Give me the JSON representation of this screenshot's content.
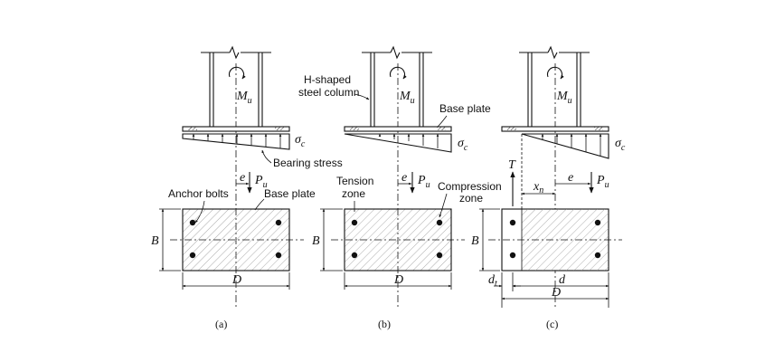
{
  "panels": [
    {
      "caption": "(a)",
      "moment": "M",
      "moment_sub": "u",
      "sigma": "σ",
      "sigma_sub": "c",
      "ecc": "e",
      "load": "P",
      "load_sub": "u",
      "width": "B",
      "length": "D",
      "callouts": [
        "Bearing stress",
        "Anchor bolts",
        "Base plate"
      ]
    },
    {
      "caption": "(b)",
      "moment": "M",
      "moment_sub": "u",
      "sigma": "σ",
      "sigma_sub": "c",
      "ecc": "e",
      "load": "P",
      "load_sub": "u",
      "width": "B",
      "length": "D",
      "callouts": [
        "H-shaped",
        "steel column",
        "Base plate",
        "Tension",
        "zone",
        "Compression",
        "zone"
      ]
    },
    {
      "caption": "(c)",
      "moment": "M",
      "moment_sub": "u",
      "sigma": "σ",
      "sigma_sub": "c",
      "ecc": "e",
      "load": "P",
      "load_sub": "u",
      "width": "B",
      "length": "D",
      "tension": "T",
      "xn": "x",
      "xn_sub": "n",
      "d": "d",
      "dt": "d",
      "dt_sub": "t"
    }
  ]
}
